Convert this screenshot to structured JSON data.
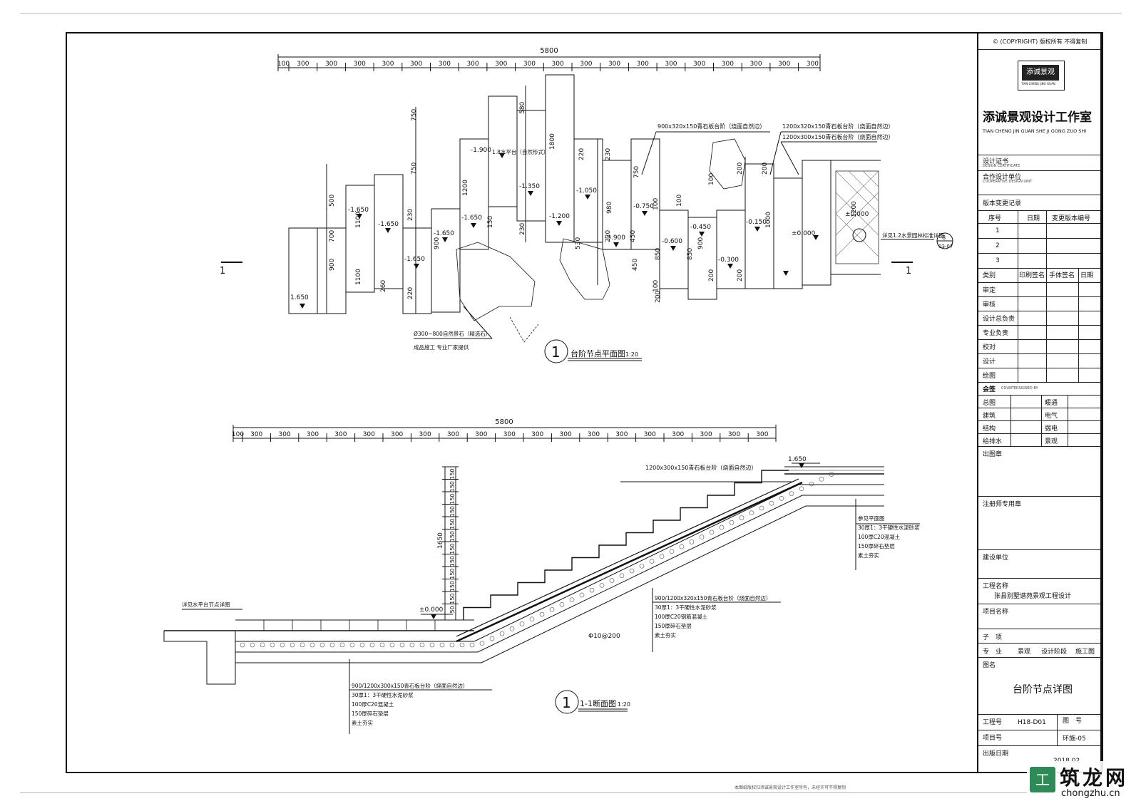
{
  "top_dims": [
    "100",
    "300",
    "300",
    "300",
    "300",
    "300",
    "300",
    "300",
    "300",
    "300",
    "300",
    "300",
    "300",
    "300",
    "300",
    "300",
    "300",
    "300",
    "300",
    "300"
  ],
  "top_total": "5800",
  "plan": {
    "title_num": "1",
    "title": "台阶节点平面图",
    "scale": "1:20",
    "section_mark": "1",
    "notes": {
      "n1": "900x320x150青石板台阶（烧面自然边）",
      "n2": "1200x320x150青石板台阶（烧面自然边）",
      "n3": "1200x300x150青石板台阶（烧面自然边）",
      "n4": "Ø300~800自然景石（精选石）",
      "n5": "成品施工  专业厂家提供",
      "n6": "详见1.2水景园林标准详图",
      "n7": "1.8水平台（自然形式）",
      "ref_top": "8",
      "ref_bot": "03-07"
    },
    "levels": [
      "1.650",
      "-1.650",
      "-1.650",
      "-1.650",
      "-1.650",
      "-1.650",
      "-1.900",
      "-1.350",
      "-1.200",
      "-1.050",
      "-0.900",
      "-0.750",
      "-0.600",
      "-0.450",
      "-0.300",
      "-0.150",
      "±0.000",
      "±0.000"
    ],
    "dims": [
      "750",
      "750",
      "580",
      "1800",
      "220",
      "230",
      "220",
      "750",
      "100",
      "100",
      "900",
      "700",
      "500",
      "1100",
      "1100",
      "260",
      "230",
      "220",
      "900",
      "1200",
      "150",
      "230",
      "530",
      "980",
      "450",
      "450",
      "850",
      "850",
      "900",
      "200",
      "1000",
      "200",
      "1200",
      "200",
      "100",
      "200",
      "100",
      "200"
    ]
  },
  "bottom_dims": [
    "100",
    "300",
    "300",
    "300",
    "300",
    "300",
    "300",
    "300",
    "300",
    "300",
    "300",
    "300",
    "300",
    "300",
    "300",
    "300",
    "300",
    "300",
    "300",
    "300"
  ],
  "bottom_total": "5800",
  "section": {
    "title_num": "1",
    "title": "1-1断面图",
    "scale": "1:20",
    "risers": [
      "150",
      "150",
      "150",
      "150",
      "150",
      "150",
      "150",
      "150",
      "150",
      "150",
      "150",
      "50"
    ],
    "height": "1650",
    "top_level": "1.650",
    "base_level": "±0.000",
    "rebar": "Φ10@200",
    "left_note": "详见水平台节点详图",
    "top_note": "1200x300x150青石板台阶（烧面自然边）",
    "right_notes": [
      "参见平面图",
      "30厚1：3干硬性水泥砂浆",
      "100厚C20混凝土",
      "150厚碎石垫层",
      "素土夯实"
    ],
    "mid_notes": [
      "900/1200x320x150青石板台阶（烧面自然边）",
      "30厚1：3干硬性水泥砂浆",
      "100厚C20钢筋混凝土",
      "150厚碎石垫层",
      "素土夯实"
    ],
    "bot_notes": [
      "900/1200x300x150青石板台阶（烧面自然边）",
      "30厚1：3干硬性水泥砂浆",
      "100厚C20混凝土",
      "150厚碎石垫层",
      "素土夯实"
    ]
  },
  "titleblock": {
    "copyright": "© (COPYRIGHT) 版权所有 不得复制",
    "logo": "添诚景观",
    "logo_sub": "TIAN CHENG JING GUAN",
    "studio": "添诚景观设计工作室",
    "studio_pinyin": "TIAN CHENG JIN GUAN SHE JI GONG ZUO SHI",
    "cert": "设计证书",
    "cert_sub": "DESIGN CERTIFICATE",
    "partner": "合作设计单位",
    "partner_sub": "COOPERATIVE DESIGN UNIT",
    "revision": "版本变更记录",
    "rev_headers": [
      "序号",
      "日期",
      "变更版本编号"
    ],
    "rev_rows": [
      "1",
      "2",
      "3"
    ],
    "sign_headers": [
      "类别",
      "印刷签名",
      "手体签名",
      "日期"
    ],
    "roles": [
      "审定",
      "审核",
      "设计总负责",
      "专业负责",
      "校对",
      "设计",
      "绘图"
    ],
    "countersign": "会签",
    "countersign_sub": "COUNTERSIGNED BY",
    "cs_left": [
      "总图",
      "建筑",
      "结构",
      "给排水"
    ],
    "cs_right": [
      "暖通",
      "电气",
      "弱电",
      "景观"
    ],
    "stamp": "出图章",
    "reg_stamp": "注册师专用章",
    "client": "建设单位",
    "project_name_label": "工程名称",
    "project_name": "张县别墅谱苑景观工程设计",
    "item_label": "项目名称",
    "sub_item": "子　项",
    "spec_row": [
      "专　业",
      "景观",
      "设计阶段",
      "施工图"
    ],
    "drawing_label": "图名",
    "drawing_name": "台阶节点详图",
    "job_no_label": "工程号",
    "job_no": "H18-D01",
    "dwg_no_label": "图　号",
    "dwg_no": "环施-05",
    "item_no_label": "项目号",
    "date_label": "出版日期",
    "date": "2018.02"
  },
  "footer_text": "本图纸版权归添诚景观设计工作室所有，未经许可不得复制",
  "watermark": {
    "brand": "筑龙网",
    "site": "chongzhu.cn"
  }
}
